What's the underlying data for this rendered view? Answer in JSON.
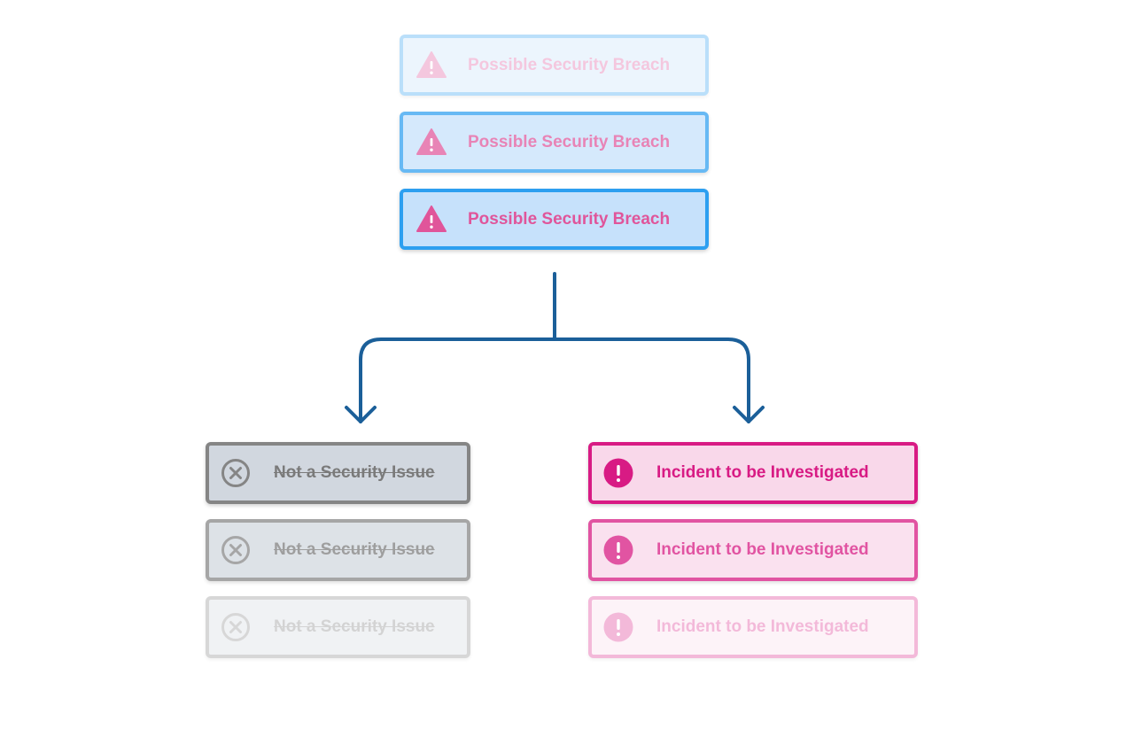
{
  "colors": {
    "breach_border": "#2d9ff0",
    "breach_fill": "#c6e1fb",
    "breach_text": "#e0559a",
    "not_issue_border": "#858585",
    "not_issue_fill": "#d1d7df",
    "not_issue_text": "#7a7a7a",
    "incident_border": "#d81b84",
    "incident_fill": "#f9d8ea",
    "incident_text": "#d81b84",
    "connector": "#1b5f99"
  },
  "breach_cards": [
    {
      "label": "Possible Security Breach",
      "icon": "warning-triangle-icon"
    },
    {
      "label": "Possible Security Breach",
      "icon": "warning-triangle-icon"
    },
    {
      "label": "Possible Security Breach",
      "icon": "warning-triangle-icon"
    }
  ],
  "not_issue_cards": [
    {
      "label": "Not a Security Issue",
      "icon": "x-circle-icon"
    },
    {
      "label": "Not a Security Issue",
      "icon": "x-circle-icon"
    },
    {
      "label": "Not a Security Issue",
      "icon": "x-circle-icon"
    }
  ],
  "incident_cards": [
    {
      "label": "Incident to be Investigated",
      "icon": "exclamation-circle-icon"
    },
    {
      "label": "Incident to be Investigated",
      "icon": "exclamation-circle-icon"
    },
    {
      "label": "Incident to be Investigated",
      "icon": "exclamation-circle-icon"
    }
  ]
}
